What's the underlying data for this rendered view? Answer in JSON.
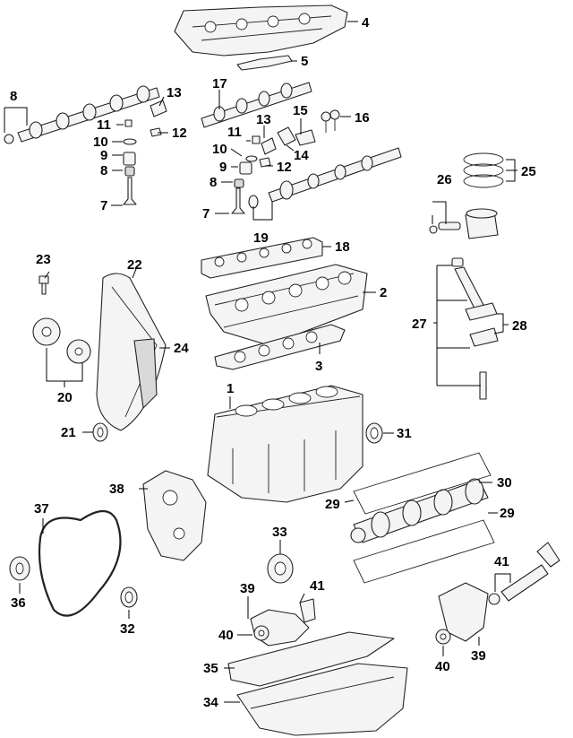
{
  "callouts": [
    {
      "id": "c4",
      "label": "4"
    },
    {
      "id": "c5",
      "label": "5"
    },
    {
      "id": "c8a",
      "label": "8"
    },
    {
      "id": "c13a",
      "label": "13"
    },
    {
      "id": "c11a",
      "label": "11"
    },
    {
      "id": "c12a",
      "label": "12"
    },
    {
      "id": "c10a",
      "label": "10"
    },
    {
      "id": "c9a",
      "label": "9"
    },
    {
      "id": "c8b",
      "label": "8"
    },
    {
      "id": "c7a",
      "label": "7"
    },
    {
      "id": "c17",
      "label": "17"
    },
    {
      "id": "c15",
      "label": "15"
    },
    {
      "id": "c16",
      "label": "16"
    },
    {
      "id": "c11b",
      "label": "11"
    },
    {
      "id": "c13b",
      "label": "13"
    },
    {
      "id": "c14",
      "label": "14"
    },
    {
      "id": "c10b",
      "label": "10"
    },
    {
      "id": "c9b",
      "label": "9"
    },
    {
      "id": "c12b",
      "label": "12"
    },
    {
      "id": "c8c",
      "label": "8"
    },
    {
      "id": "c7b",
      "label": "7"
    },
    {
      "id": "c19",
      "label": "19"
    },
    {
      "id": "c25",
      "label": "25"
    },
    {
      "id": "c26",
      "label": "26"
    },
    {
      "id": "c18",
      "label": "18"
    },
    {
      "id": "c23",
      "label": "23"
    },
    {
      "id": "c22",
      "label": "22"
    },
    {
      "id": "c2",
      "label": "2"
    },
    {
      "id": "c27",
      "label": "27"
    },
    {
      "id": "c28",
      "label": "28"
    },
    {
      "id": "c24",
      "label": "24"
    },
    {
      "id": "c3",
      "label": "3"
    },
    {
      "id": "c20",
      "label": "20"
    },
    {
      "id": "c1",
      "label": "1"
    },
    {
      "id": "c21",
      "label": "21"
    },
    {
      "id": "c31",
      "label": "31"
    },
    {
      "id": "c30",
      "label": "30"
    },
    {
      "id": "c38",
      "label": "38"
    },
    {
      "id": "c29a",
      "label": "29"
    },
    {
      "id": "c37",
      "label": "37"
    },
    {
      "id": "c29b",
      "label": "29"
    },
    {
      "id": "c33",
      "label": "33"
    },
    {
      "id": "c41a",
      "label": "41"
    },
    {
      "id": "c36",
      "label": "36"
    },
    {
      "id": "c39a",
      "label": "39"
    },
    {
      "id": "c41b",
      "label": "41"
    },
    {
      "id": "c32",
      "label": "32"
    },
    {
      "id": "c40a",
      "label": "40"
    },
    {
      "id": "c40b",
      "label": "40"
    },
    {
      "id": "c39b",
      "label": "39"
    },
    {
      "id": "c35",
      "label": "35"
    },
    {
      "id": "c34",
      "label": "34"
    }
  ]
}
